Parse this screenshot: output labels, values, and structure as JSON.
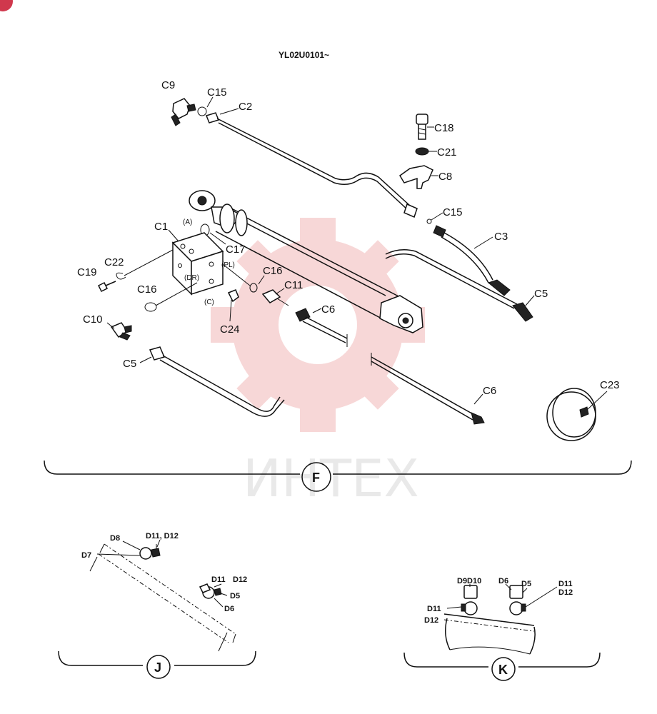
{
  "header": {
    "serial_label": "YL02U0101~"
  },
  "watermark": {
    "text": "ИНТЕХ",
    "color": "#f2b8b8"
  },
  "main_view": {
    "letter": "F",
    "labels": {
      "c9": "C9",
      "c15_top": "C15",
      "c2": "C2",
      "c18": "C18",
      "c21": "C21",
      "c8": "C8",
      "c15_mid": "C15",
      "c3": "C3",
      "c5_right": "C5",
      "c1": "C1",
      "a_port": "(A)",
      "c17": "C17",
      "c22": "C22",
      "pl_port": "(PL)",
      "c16_right": "C16",
      "c19": "C19",
      "dr_port": "(DR)",
      "c11": "C11",
      "c16_left": "C16",
      "c_port": "(C)",
      "c6_top": "C6",
      "c24": "C24",
      "c10": "C10",
      "c5_left": "C5",
      "c6_bottom": "C6",
      "c23": "C23"
    }
  },
  "detail_j": {
    "letter": "J",
    "labels": {
      "d8": "D8",
      "d11_d12_top": "D11, D12",
      "d7": "D7",
      "d11": "D11",
      "d12": "D12",
      "d5": "D5",
      "d6": "D6"
    }
  },
  "detail_k": {
    "letter": "K",
    "labels": {
      "d9d10": "D9D10",
      "d6": "D6",
      "d5": "D5",
      "d11_right": "D11",
      "d12_right": "D12",
      "d11_left": "D11",
      "d12_left": "D12"
    }
  }
}
